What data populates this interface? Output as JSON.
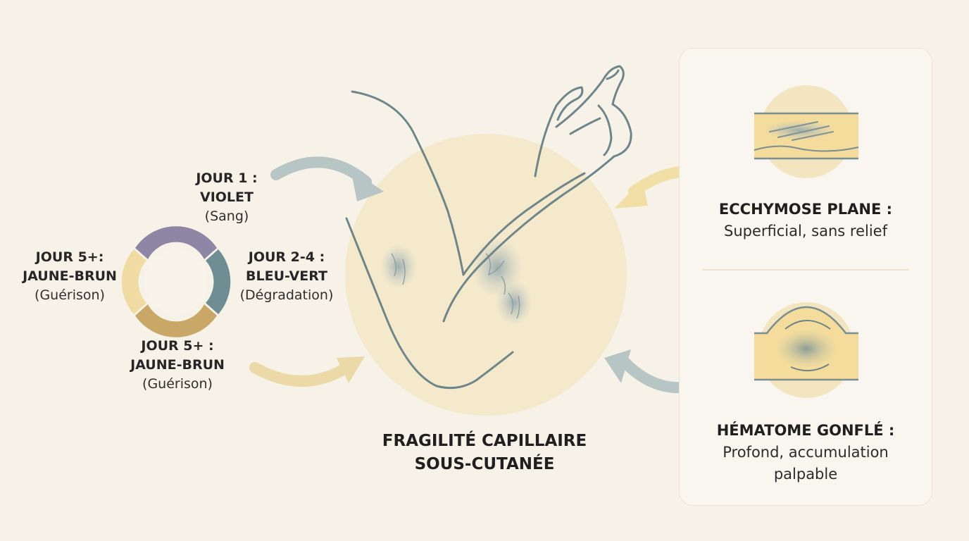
{
  "colors": {
    "background": "#f7f2e8",
    "violet": "#8e86a5",
    "blue_green": "#6f8e93",
    "yellow_brown": "#c9a766",
    "pale_yellow": "#f0dca2",
    "arm_outline": "#6f878a",
    "bruise": "#9fb1b6"
  },
  "cycle": {
    "day1": {
      "title": "JOUR 1 :",
      "color_name": "VIOLET",
      "note": "(Sang)"
    },
    "day2_4": {
      "title": "JOUR 2-4 :",
      "color_name": "BLEU-VERT",
      "note": "(Dégradation)"
    },
    "day5_bottom": {
      "title": "JOUR 5+ :",
      "color_name": "JAUNE-BRUN",
      "note": "(Guérison)"
    },
    "day5_left": {
      "title": "JOUR 5+:",
      "color_name": "JAUNE-BRUN",
      "note": "(Guérison)"
    }
  },
  "center": {
    "caption_line1": "FRAGILITÉ CAPILLAIRE",
    "caption_line2": "SOUS-CUTANÉE"
  },
  "panel": {
    "ecchymose": {
      "title": "ECCHYMOSE PLANE :",
      "desc": "Superficial, sans relief"
    },
    "hematome": {
      "title": "HÉMATOME GONFLÉ :",
      "desc_line1": "Profond, accumulation",
      "desc_line2": "palpable"
    }
  }
}
